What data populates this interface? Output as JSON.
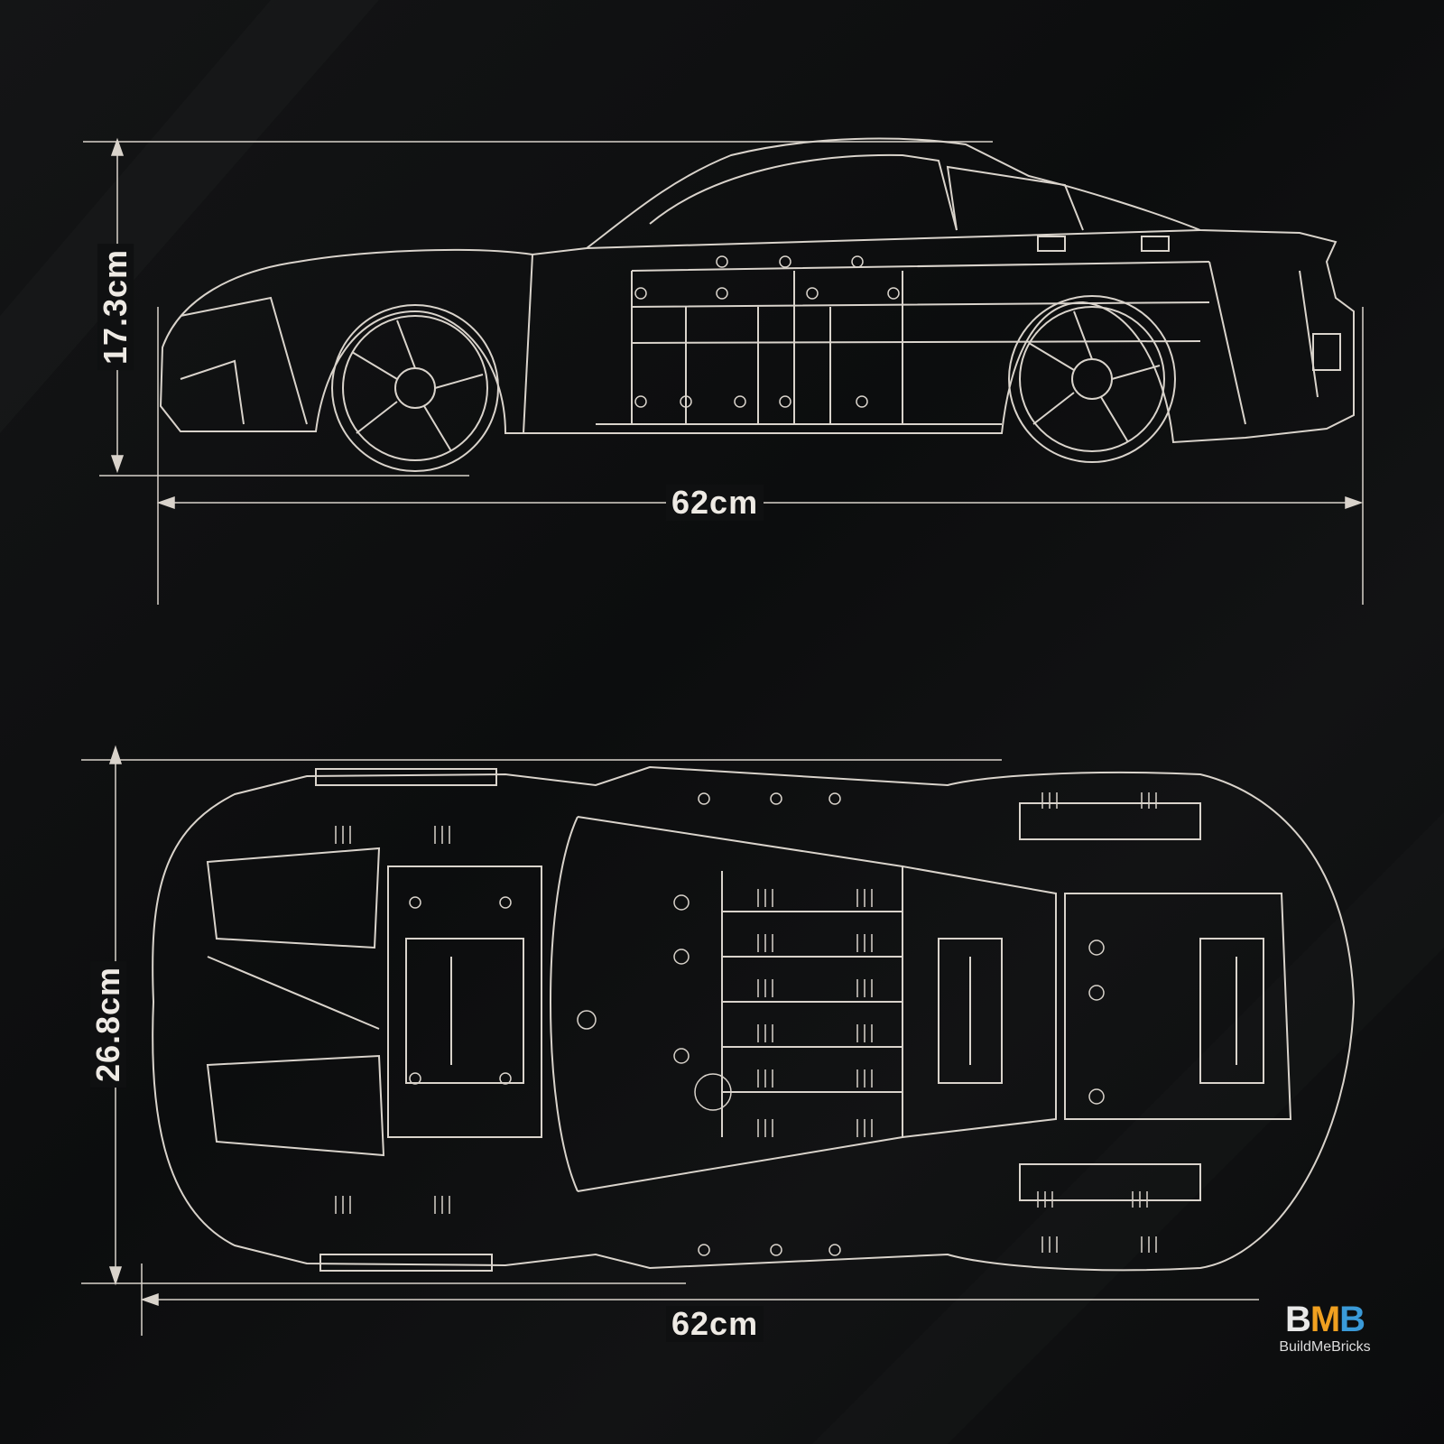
{
  "side_view": {
    "height_label": "17.3cm",
    "length_label": "62cm"
  },
  "top_view": {
    "width_label": "26.8cm",
    "length_label": "62cm"
  },
  "logo": {
    "mark": "BMB",
    "name": "BuildMeBricks"
  },
  "colors": {
    "line": "#d9d3cb",
    "background": "#0e0f10"
  }
}
